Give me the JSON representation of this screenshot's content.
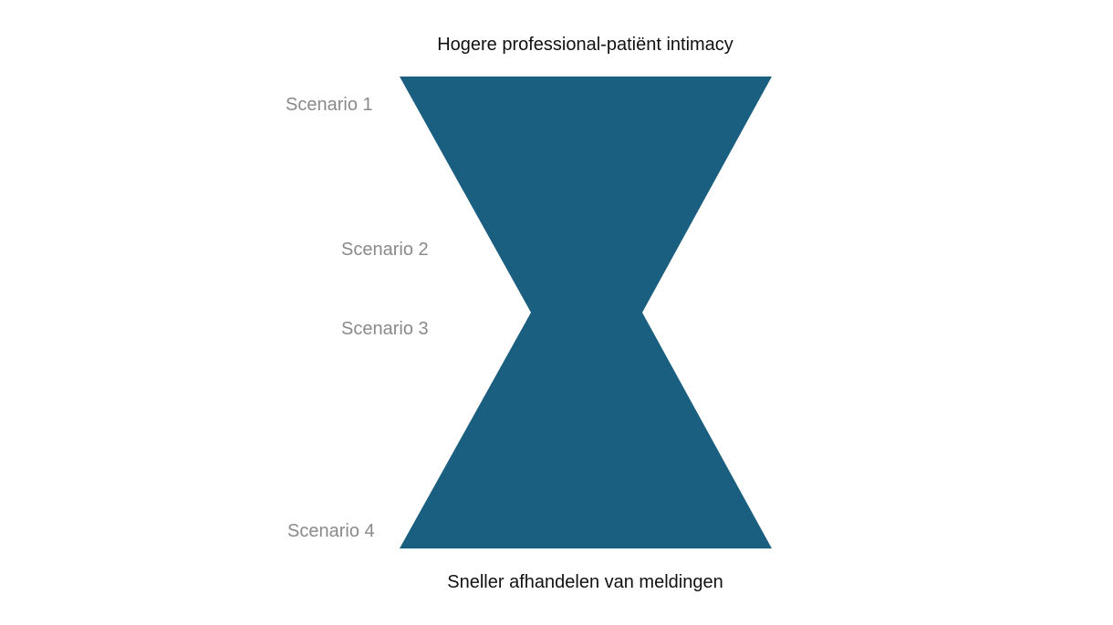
{
  "diagram": {
    "top_label": "Hogere professional-patiënt intimacy",
    "bottom_label": "Sneller afhandelen van meldingen",
    "scenarios": [
      {
        "label": "Scenario 1"
      },
      {
        "label": "Scenario 2"
      },
      {
        "label": "Scenario 3"
      },
      {
        "label": "Scenario 4"
      }
    ],
    "shape_color": "#1a5f80"
  }
}
